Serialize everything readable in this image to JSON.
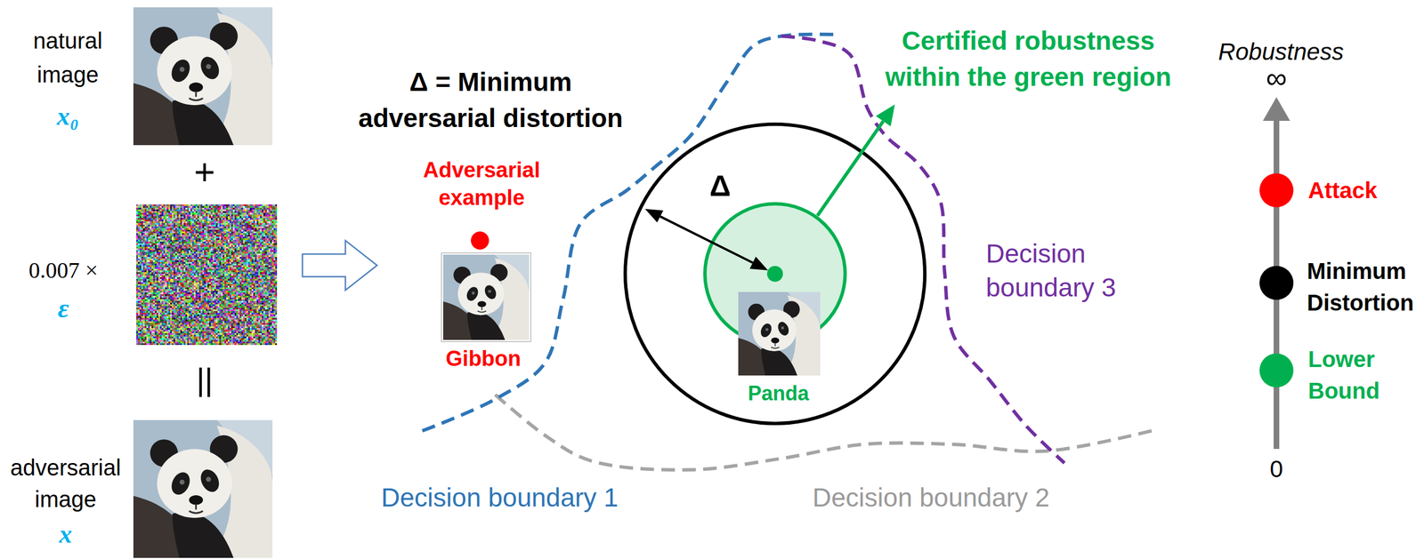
{
  "diagram": {
    "labels": [
      "natural image",
      "x₀",
      "+",
      "0.007 ×",
      "ε",
      "||",
      "adversarial image",
      "x",
      "Δ = Minimum adversarial distortion",
      "Adversarial example",
      "Gibbon",
      "Δ",
      "Panda",
      "Certified robustness within the green region",
      "Decision boundary 1",
      "Decision boundary 2",
      "Decision boundary 3",
      "Robustness",
      "∞",
      "0",
      "Attack",
      "Minimum Distortion",
      "Lower Bound"
    ]
  }
}
